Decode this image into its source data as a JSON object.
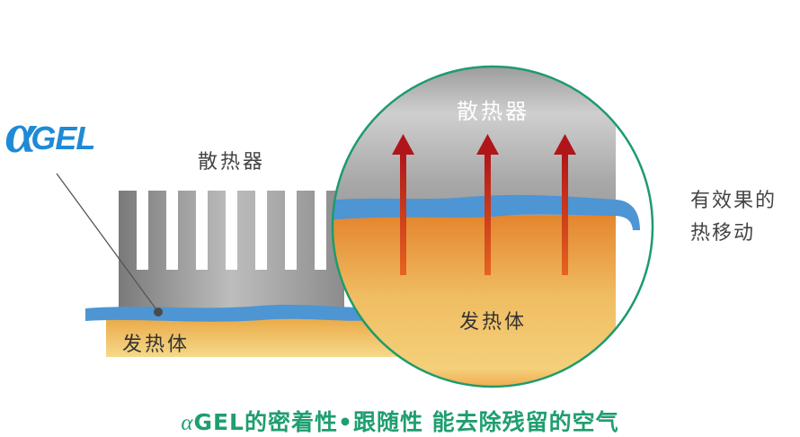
{
  "logo": {
    "alpha": "α",
    "gel": "GEL"
  },
  "labels": {
    "heatsink_main": "散热器",
    "heat_source_main": "发热体",
    "heatsink_zoom": "散热器",
    "heat_source_zoom": "发热体",
    "side_note_line1": "有效果的",
    "side_note_line2": "热移动"
  },
  "caption": {
    "alpha": "α",
    "text": "GEL的密着性•跟随性 能去除残留的空气"
  },
  "colors": {
    "gel_blue": "#4e95d3",
    "arrow_red": "#b31e1e",
    "circle_border": "#1d9b6c",
    "caption_green": "#1f9e70",
    "logo_blue": "#1f8ad6"
  }
}
